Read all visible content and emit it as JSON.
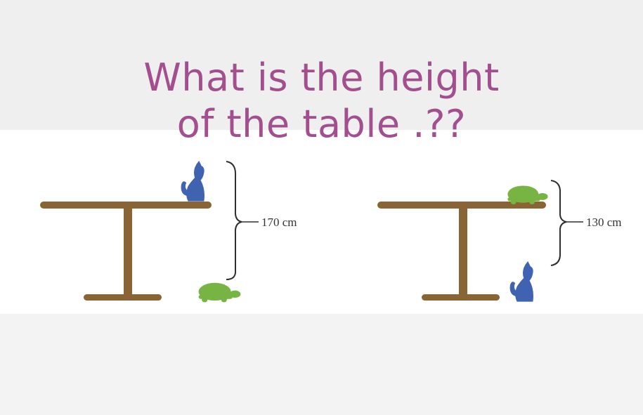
{
  "title": {
    "line1": "What is the height",
    "line2": "of the  table .??"
  },
  "scenes": [
    {
      "measurement": "170 cm",
      "top_animal": "cat",
      "bottom_animal": "turtle"
    },
    {
      "measurement": "130 cm",
      "top_animal": "turtle",
      "bottom_animal": "cat"
    }
  ],
  "colors": {
    "title": "#a34e8f",
    "table": "#8a6434",
    "cat": "#3f63b0",
    "turtle": "#78b444",
    "bracket": "#2e2e2e"
  }
}
